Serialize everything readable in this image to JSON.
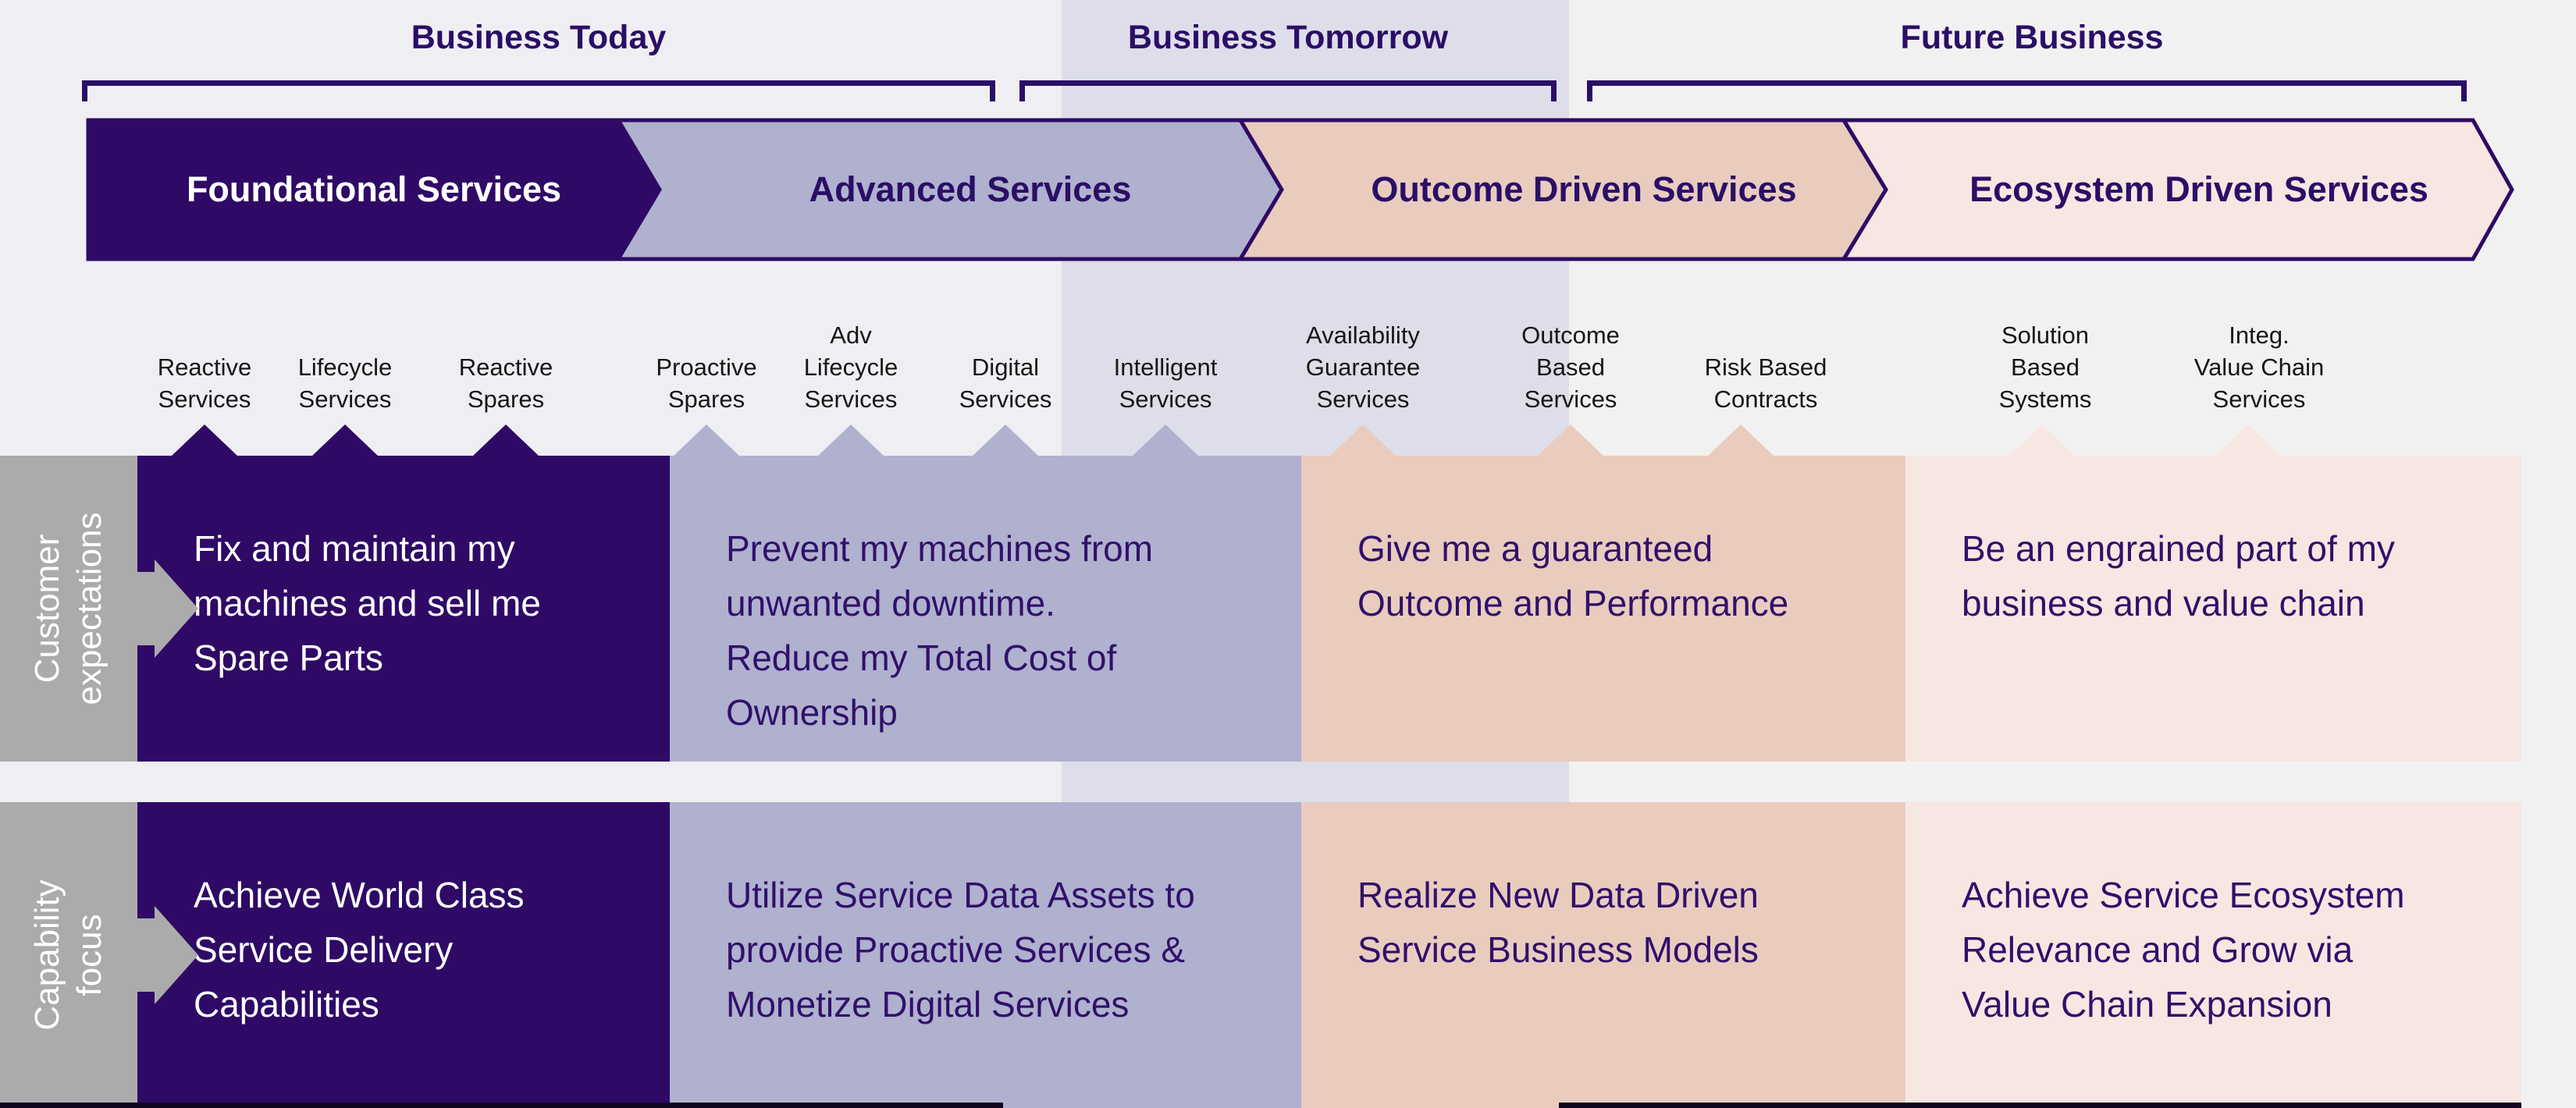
{
  "colors": {
    "background_left": "#EFEFF3",
    "background_band": "#DEDEEA",
    "background_right": "#F2F1F1",
    "stage_foundational": "#2E0A66",
    "stage_advanced": "#AFB1CE",
    "stage_outcome": "#E9CCBE",
    "stage_ecosystem": "#F7E7E2",
    "outline_purple": "#2B0E67",
    "body_text_purple": "#31106B",
    "row_label_gray": "#ABABAB",
    "service_label_text": "#161616",
    "bottom_line": "#10061F"
  },
  "phases": [
    {
      "label": "Business Today"
    },
    {
      "label": "Business Tomorrow"
    },
    {
      "label": "Future Business"
    }
  ],
  "stages": [
    {
      "label": "Foundational Services"
    },
    {
      "label": "Advanced Services"
    },
    {
      "label": "Outcome Driven Services"
    },
    {
      "label": "Ecosystem Driven Services"
    }
  ],
  "services": [
    {
      "label": "Reactive\nServices"
    },
    {
      "label": "Lifecycle\nServices"
    },
    {
      "label": "Reactive\nSpares"
    },
    {
      "label": "Proactive\nSpares"
    },
    {
      "label": "Adv\nLifecycle\nServices"
    },
    {
      "label": "Digital\nServices"
    },
    {
      "label": "Intelligent\nServices"
    },
    {
      "label": "Availability\nGuarantee\nServices"
    },
    {
      "label": "Outcome\nBased\nServices"
    },
    {
      "label": "Risk Based\nContracts"
    },
    {
      "label": "Solution\nBased\nSystems"
    },
    {
      "label": "Integ.\nValue Chain\nServices"
    }
  ],
  "rows": [
    {
      "title": "Customer\nexpectations",
      "cells": [
        "Fix and maintain my\nmachines and sell me\nSpare Parts",
        "Prevent my machines from\nunwanted downtime.\nReduce my Total Cost of\nOwnership",
        "Give me a guaranteed\nOutcome and Performance",
        "Be an engrained part of my\nbusiness and value chain"
      ]
    },
    {
      "title": "Capability\nfocus",
      "cells": [
        "Achieve World Class\nService Delivery\nCapabilities",
        "Utilize Service Data Assets to\nprovide Proactive Services &\nMonetize Digital Services",
        "Realize New Data Driven\nService Business Models",
        "Achieve Service Ecosystem\nRelevance and Grow via\nValue Chain Expansion"
      ]
    }
  ]
}
